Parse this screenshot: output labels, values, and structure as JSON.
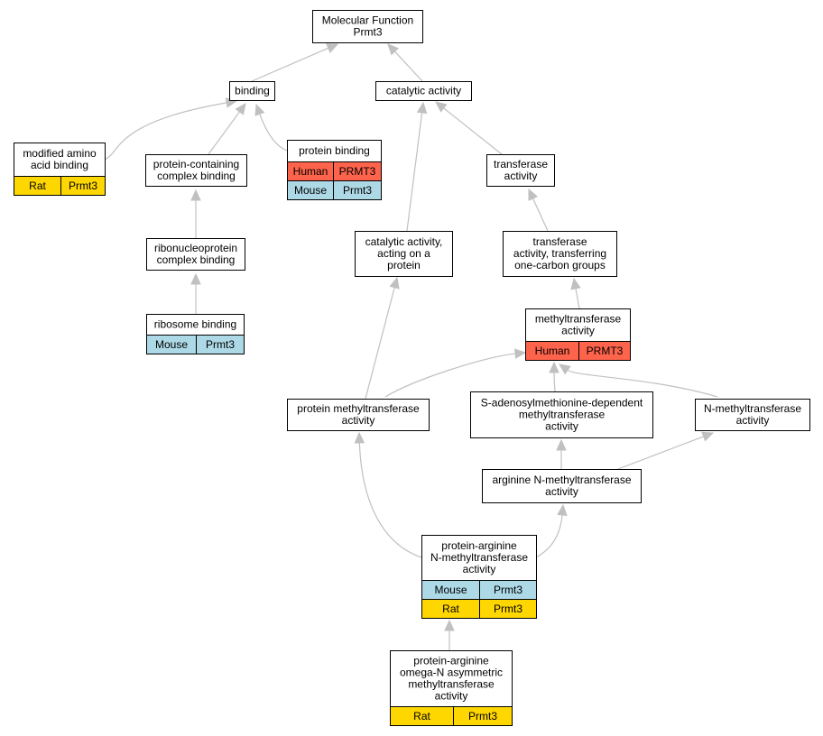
{
  "colors": {
    "Human": "#fe634b",
    "Mouse": "#add8e6",
    "Rat": "#ffd700",
    "edge": "#c0c0c0"
  },
  "nodes": {
    "mf": {
      "lines": [
        "Molecular Function",
        "Prmt3"
      ],
      "annotations": []
    },
    "binding": {
      "lines": [
        "binding"
      ],
      "annotations": []
    },
    "catalytic": {
      "lines": [
        "catalytic activity"
      ],
      "annotations": []
    },
    "modaa": {
      "lines": [
        "modified amino",
        "acid binding"
      ],
      "annotations": [
        [
          "Rat",
          "Prmt3"
        ]
      ]
    },
    "pcb": {
      "lines": [
        "protein-containing",
        "complex binding"
      ],
      "annotations": []
    },
    "pb": {
      "lines": [
        "protein binding"
      ],
      "annotations": [
        [
          "Human",
          "PRMT3"
        ],
        [
          "Mouse",
          "Prmt3"
        ]
      ]
    },
    "transferase": {
      "lines": [
        "transferase",
        "activity"
      ],
      "annotations": []
    },
    "rnp": {
      "lines": [
        "ribonucleoprotein",
        "complex binding"
      ],
      "annotations": []
    },
    "cap": {
      "lines": [
        "catalytic activity,",
        "acting on a",
        "protein"
      ],
      "annotations": []
    },
    "tocg": {
      "lines": [
        "transferase",
        "activity, transferring",
        "one-carbon groups"
      ],
      "annotations": []
    },
    "ribosome": {
      "lines": [
        "ribosome binding"
      ],
      "annotations": [
        [
          "Mouse",
          "Prmt3"
        ]
      ]
    },
    "mta": {
      "lines": [
        "methyltransferase",
        "activity"
      ],
      "annotations": [
        [
          "Human",
          "PRMT3"
        ]
      ]
    },
    "pmta": {
      "lines": [
        "protein methyltransferase",
        "activity"
      ],
      "annotations": []
    },
    "sam": {
      "lines": [
        "S-adenosylmethionine-dependent",
        "methyltransferase",
        "activity"
      ],
      "annotations": []
    },
    "nmta": {
      "lines": [
        "N-methyltransferase",
        "activity"
      ],
      "annotations": []
    },
    "arg": {
      "lines": [
        "arginine N-methyltransferase",
        "activity"
      ],
      "annotations": []
    },
    "parg": {
      "lines": [
        "protein-arginine",
        "N-methyltransferase",
        "activity"
      ],
      "annotations": [
        [
          "Mouse",
          "Prmt3"
        ],
        [
          "Rat",
          "Prmt3"
        ]
      ]
    },
    "pargo": {
      "lines": [
        "protein-arginine",
        "omega-N asymmetric",
        "methyltransferase",
        "activity"
      ],
      "annotations": [
        [
          "Rat",
          "Prmt3"
        ]
      ]
    }
  },
  "edges": [
    [
      "binding",
      "mf"
    ],
    [
      "catalytic",
      "mf"
    ],
    [
      "modaa",
      "binding"
    ],
    [
      "pcb",
      "binding"
    ],
    [
      "pb",
      "binding"
    ],
    [
      "transferase",
      "catalytic"
    ],
    [
      "cap",
      "catalytic"
    ],
    [
      "rnp",
      "pcb"
    ],
    [
      "ribosome",
      "rnp"
    ],
    [
      "tocg",
      "transferase"
    ],
    [
      "mta",
      "tocg"
    ],
    [
      "pmta",
      "cap"
    ],
    [
      "pmta",
      "mta"
    ],
    [
      "sam",
      "mta"
    ],
    [
      "nmta",
      "mta"
    ],
    [
      "arg",
      "sam"
    ],
    [
      "arg",
      "nmta"
    ],
    [
      "parg",
      "pmta"
    ],
    [
      "parg",
      "arg"
    ],
    [
      "pargo",
      "parg"
    ]
  ]
}
